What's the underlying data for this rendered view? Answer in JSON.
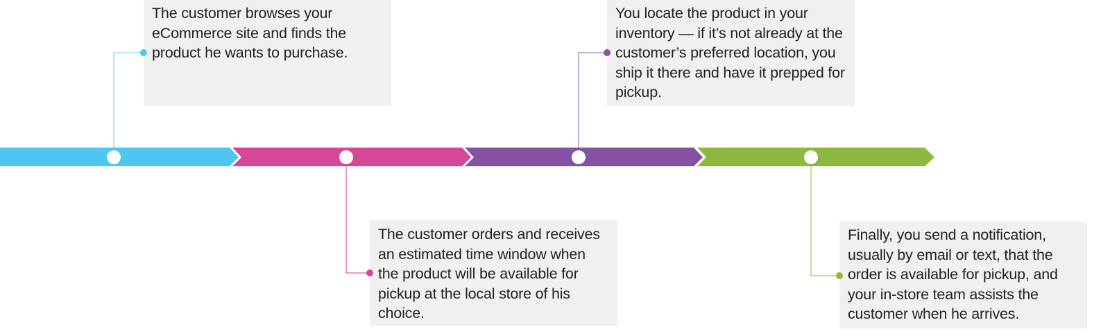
{
  "diagram": {
    "type": "timeline",
    "colors": {
      "step1": "#4dc7f0",
      "step2": "#d64797",
      "step3": "#8452a3",
      "step4": "#8db83f",
      "box_background": "#f0f0f0",
      "text": "#222222",
      "marker": "#ffffff"
    },
    "steps": [
      {
        "index": 1,
        "position": "above",
        "text": "The customer browses your eCommerce site and finds the product he wants to purchase."
      },
      {
        "index": 2,
        "position": "below",
        "text": "The customer orders and receives an estimated time window when the product will be available for pickup at the local store of his choice."
      },
      {
        "index": 3,
        "position": "above",
        "text": "You locate the product in your inventory — if it’s not already at the customer’s preferred location, you ship it there and have it prepped for pickup."
      },
      {
        "index": 4,
        "position": "below",
        "text": "Finally, you send a notification, usually by email or text, that the order is available for pickup, and your in-store team assists the customer when he arrives."
      }
    ]
  }
}
